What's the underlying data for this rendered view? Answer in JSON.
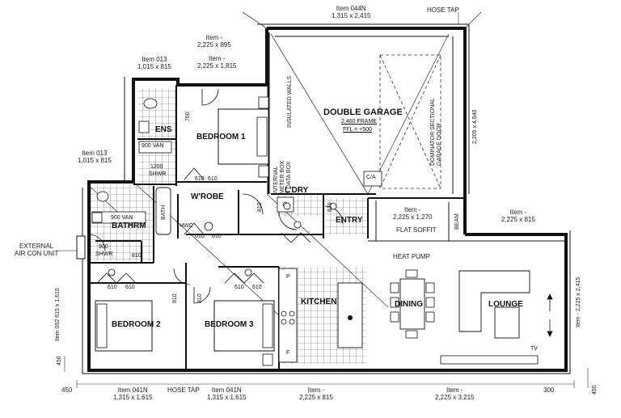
{
  "windows": {
    "top_044n": {
      "name": "Item 044N",
      "size": "1,315 x 2,415"
    },
    "top_item_a": {
      "name": "Item -",
      "size": "2,225 x 895"
    },
    "top_item_b": {
      "name": "Item -",
      "size": "2,225 x 1,815"
    },
    "item013_top": {
      "name": "Item 013",
      "size": "1,015 x 815"
    },
    "item013_left": {
      "name": "Item 013",
      "size": "1,015 x 815"
    },
    "item_entry": {
      "name": "Item -",
      "size": "2,225 x 1,270"
    },
    "item_right_top": {
      "name": "Item -",
      "size": "2,225 x 815"
    },
    "item002": {
      "name": "Item 002",
      "size": "615 x 1,615"
    },
    "bottom_041n_a": {
      "name": "Item 041N",
      "size": "1,315 x 1,615"
    },
    "bottom_041n_b": {
      "name": "Item 041N",
      "size": "1,315 x 1,615"
    },
    "bottom_item_a": {
      "name": "Item -",
      "size": "2,225 x 815"
    },
    "bottom_item_b": {
      "name": "Item -",
      "size": "2,225 x 3,215"
    }
  },
  "labels": {
    "hose_tap_top": "HOSE TAP",
    "hose_tap_bottom": "HOSE TAP",
    "external_ac_line1": "EXTERNAL",
    "external_ac_line2": "AIR CON UNIT",
    "dim_2205": "2,205 x 4,540",
    "dim_right_vert": "Item - 2,225 x 2,415",
    "heat_pump": "HEAT PUMP",
    "flat_soffit": "FLAT SOFFIT",
    "beam": "BEAM",
    "insulated_walls": "INSULATED WALLS",
    "meter_box_line1": "INTERNAL",
    "meter_box_line2": "METER BOX",
    "meter_box_line3": "& DATA BOX",
    "garage_door_line1": "DOMINATOR SECTIONAL",
    "garage_door_line2": "GARAGE DOOR",
    "garage_frame": "2,460 FRAME",
    "garage_ffl": "FFL = +500",
    "ca": "C/A",
    "tv": "TV",
    "dim_450_left": "450",
    "dim_450_bottom": "450",
    "dim_300": "300",
    "dim_450_right": "450",
    "dim_760": "760",
    "dim_810_a": "810",
    "dim_810_b": "810",
    "dim_810_c": "810",
    "dim_810_d": "810",
    "dim_810_e": "810",
    "door_610_a": "610",
    "door_610_b": "610",
    "door_610_c": "610",
    "door_610_d": "610",
    "door_610_e": "610",
    "door_610_f": "610",
    "door_610_g": "610",
    "door_610_h": "610",
    "van_900_ens": "900 VAN",
    "van_900_bath": "900 VAN",
    "shwr_1200": "1200",
    "shwr_1200_b": "SHWR",
    "shwr_900": "900",
    "shwr_900_b": "SHWR",
    "bath": "BATH",
    "hwc": "HWC",
    "pantry": "P",
    "fridge": "F"
  },
  "rooms": {
    "double_garage": "DOUBLE GARAGE",
    "bedroom1": "BEDROOM 1",
    "ens": "ENS",
    "wrobe": "W'ROBE",
    "ldry": "L'DRY",
    "entry": "ENTRY",
    "bathrm": "BATHRM",
    "bedroom2": "BEDROOM 2",
    "bedroom3": "BEDROOM 3",
    "kitchen": "KITCHEN",
    "dining": "DINING",
    "lounge": "LOUNGE"
  }
}
